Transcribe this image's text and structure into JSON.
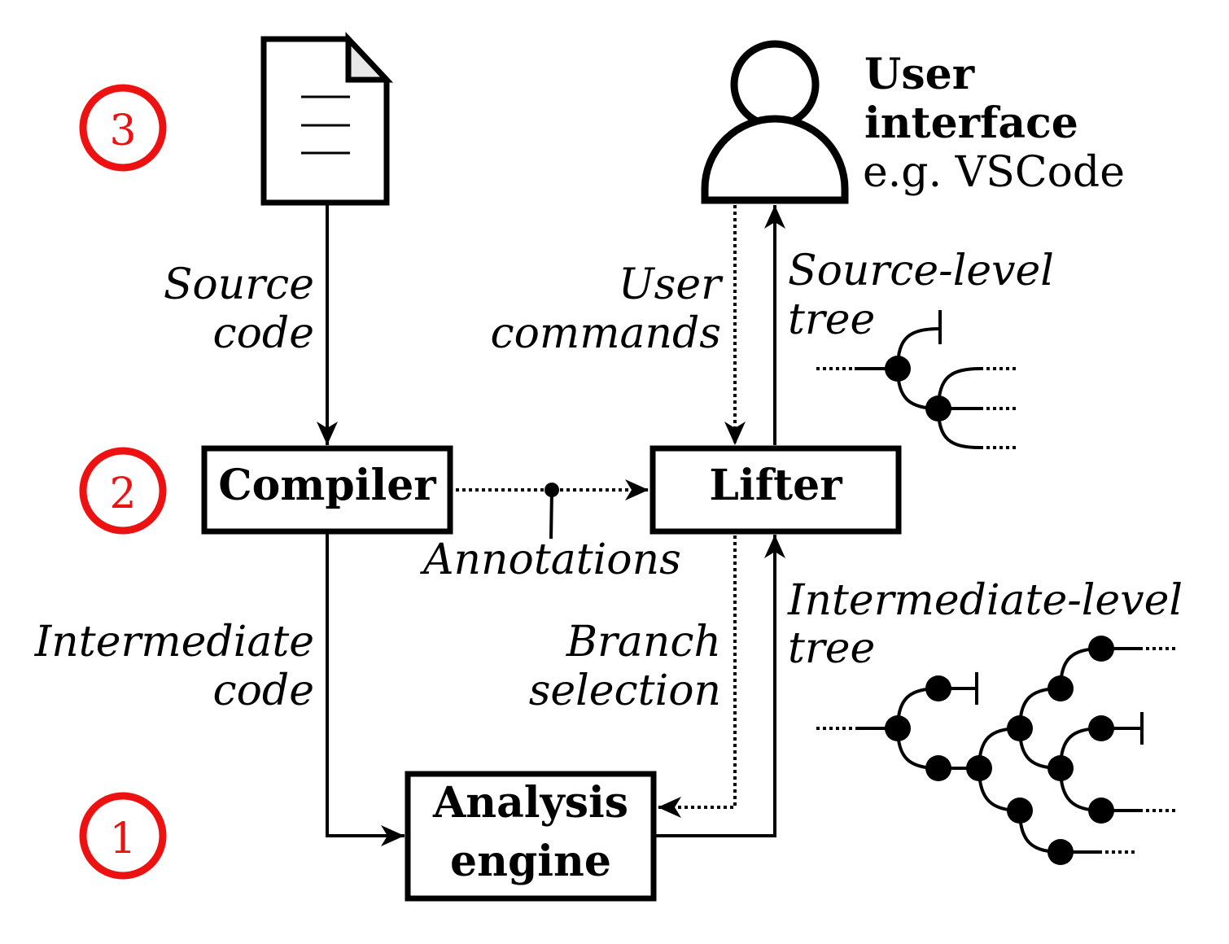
{
  "colors": {
    "ink": "#000000",
    "marker": "#ee1111",
    "page_fold": "#e8e8e8"
  },
  "steps": {
    "three": "3",
    "two": "2",
    "one": "1"
  },
  "user": {
    "title_line1": "User",
    "title_line2": "interface",
    "subtitle": "e.g. VSCode"
  },
  "boxes": {
    "compiler": "Compiler",
    "lifter": "Lifter",
    "engine_line1": "Analysis",
    "engine_line2": "engine"
  },
  "edges": {
    "source_code_1": "Source",
    "source_code_2": "code",
    "user_commands_1": "User",
    "user_commands_2": "commands",
    "source_tree_1": "Source-level",
    "source_tree_2": "tree",
    "annotations": "Annotations",
    "intermediate_code_1": "Intermediate",
    "intermediate_code_2": "code",
    "branch_selection_1": "Branch",
    "branch_selection_2": "selection",
    "intermediate_tree_1": "Intermediate-level",
    "intermediate_tree_2": "tree"
  },
  "icons": {
    "document": "document-icon",
    "user": "user-icon"
  }
}
